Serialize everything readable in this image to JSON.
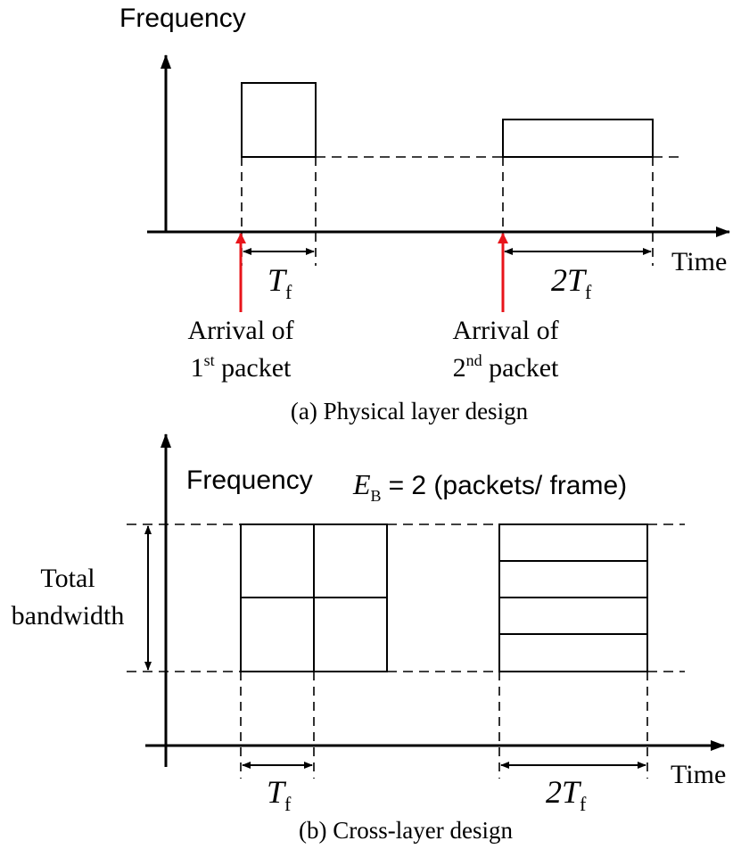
{
  "panel_a": {
    "y_axis_label": "Frequency",
    "x_axis_label": "Time",
    "interval_1": {
      "symbol": "T",
      "subscript": "f"
    },
    "interval_2": {
      "symbol": "2T",
      "subscript": "f"
    },
    "arrival_1": {
      "line1": "Arrival of",
      "ordinal_number": "1",
      "ordinal_suffix": "st",
      "word": "packet"
    },
    "arrival_2": {
      "line1": "Arrival of",
      "ordinal_number": "2",
      "ordinal_suffix": "nd",
      "word": "packet"
    },
    "caption": "(a) Physical layer design"
  },
  "panel_b": {
    "y_axis_label": "Frequency",
    "x_axis_label": "Time",
    "equation": {
      "symbol": "E",
      "subscript": "B",
      "rest": "= 2 (packets/ frame)"
    },
    "bandwidth_line1": "Total",
    "bandwidth_line2": "bandwidth",
    "interval_1": {
      "symbol": "T",
      "subscript": "f"
    },
    "interval_2": {
      "symbol": "2T",
      "subscript": "f"
    },
    "caption": "(b) Cross-layer design"
  },
  "colors": {
    "line": "#000000",
    "arrival_arrow": "#e8141a"
  }
}
